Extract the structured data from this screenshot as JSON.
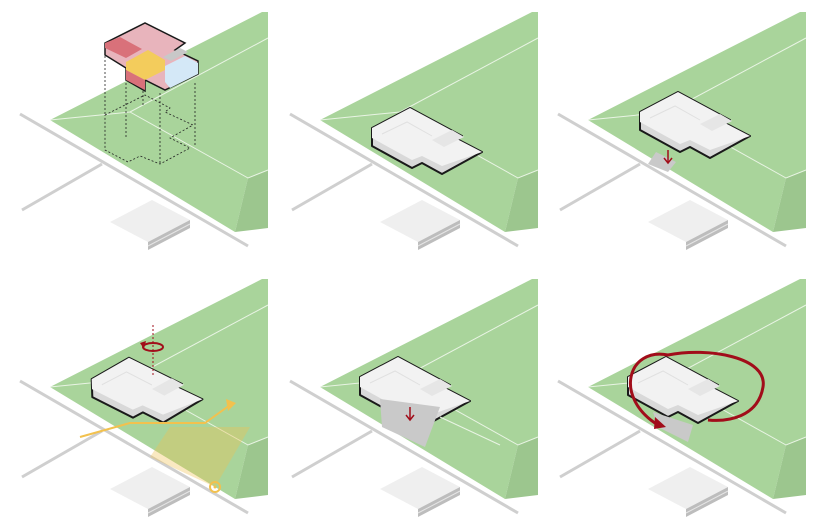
{
  "colors": {
    "site_green": "#a9d49b",
    "site_green_side": "#9cc68e",
    "building": "#f2f2f2",
    "building_side": "#d9d9d9",
    "outline": "#1a1a1a",
    "road": "#cfcfcf",
    "accent_red": "#a10d1a",
    "accent_yellow": "#f2c14e",
    "program_pink": "#e8b4bc",
    "program_red": "#d9717a",
    "program_yellow": "#f3cc5c",
    "program_blue": "#d4e8f7",
    "program_gray": "#c8c8c8"
  },
  "panels": [
    {
      "step": "program-volumes"
    },
    {
      "step": "massing"
    },
    {
      "step": "entrance-push"
    },
    {
      "step": "rotation-and-views"
    },
    {
      "step": "forecourt"
    },
    {
      "step": "wrapping-landscape"
    }
  ]
}
